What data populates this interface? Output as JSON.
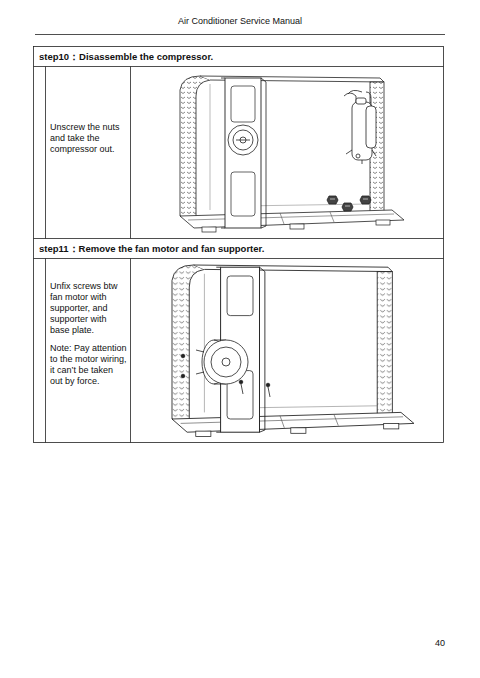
{
  "diagram": {
    "title": "Air Conditioner Service Manual",
    "nodes": [
      {
        "text": [
          "step10：Disassemble the compressor."
        ]
      },
      {
        "text": [
          "Unscrew the nuts and take the compressor out."
        ]
      },
      {
        "text": [
          "step11：Remove the fan motor and fan supporter."
        ]
      },
      {
        "text": [
          "Unfix screws btw fan motor with supporter, and supporter with base plate.",
          "Note: Pay attention to the motor wiring, it can’t be taken out by force."
        ]
      }
    ],
    "edges": [],
    "labels": [
      "40"
    ]
  }
}
